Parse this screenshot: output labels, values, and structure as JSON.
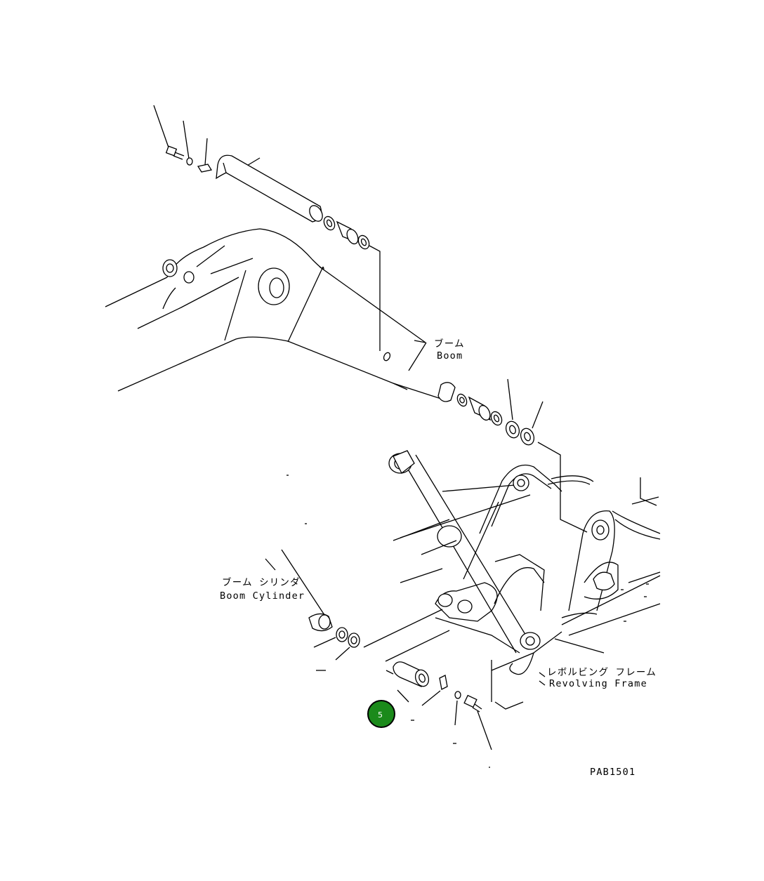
{
  "labels": {
    "boom_jp": "ブーム",
    "boom_en": "Boom",
    "boom_cylinder_jp": "ブーム シリンダ",
    "boom_cylinder_en": "Boom Cylinder",
    "revolving_frame_jp": "レボルビング フレーム",
    "revolving_frame_en": "Revolving Frame",
    "drawing_code": "PAB1501"
  },
  "callouts": [
    {
      "number": "5",
      "color": "#1b8a1b"
    }
  ]
}
